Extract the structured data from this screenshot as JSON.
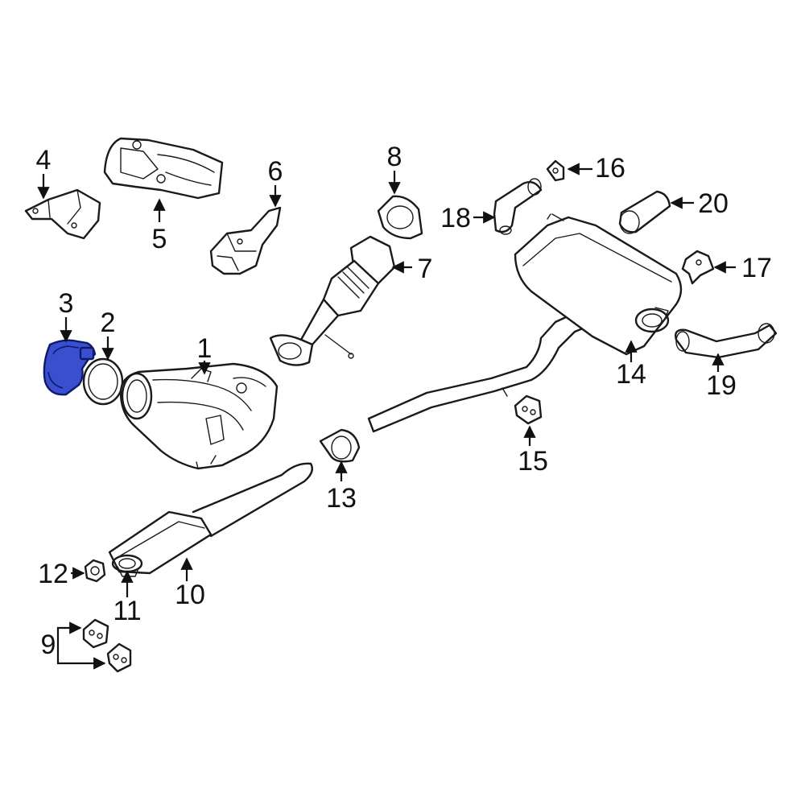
{
  "diagram": {
    "highlight_color": "#3a4fd0",
    "highlighted_part": "3",
    "callouts": {
      "c1": "1",
      "c2": "2",
      "c3": "3",
      "c4": "4",
      "c5": "5",
      "c6": "6",
      "c7": "7",
      "c8": "8",
      "c9": "9",
      "c10": "10",
      "c11": "11",
      "c12": "12",
      "c13": "13",
      "c14": "14",
      "c15": "15",
      "c16": "16",
      "c17": "17",
      "c18": "18",
      "c19": "19",
      "c20": "20"
    }
  }
}
